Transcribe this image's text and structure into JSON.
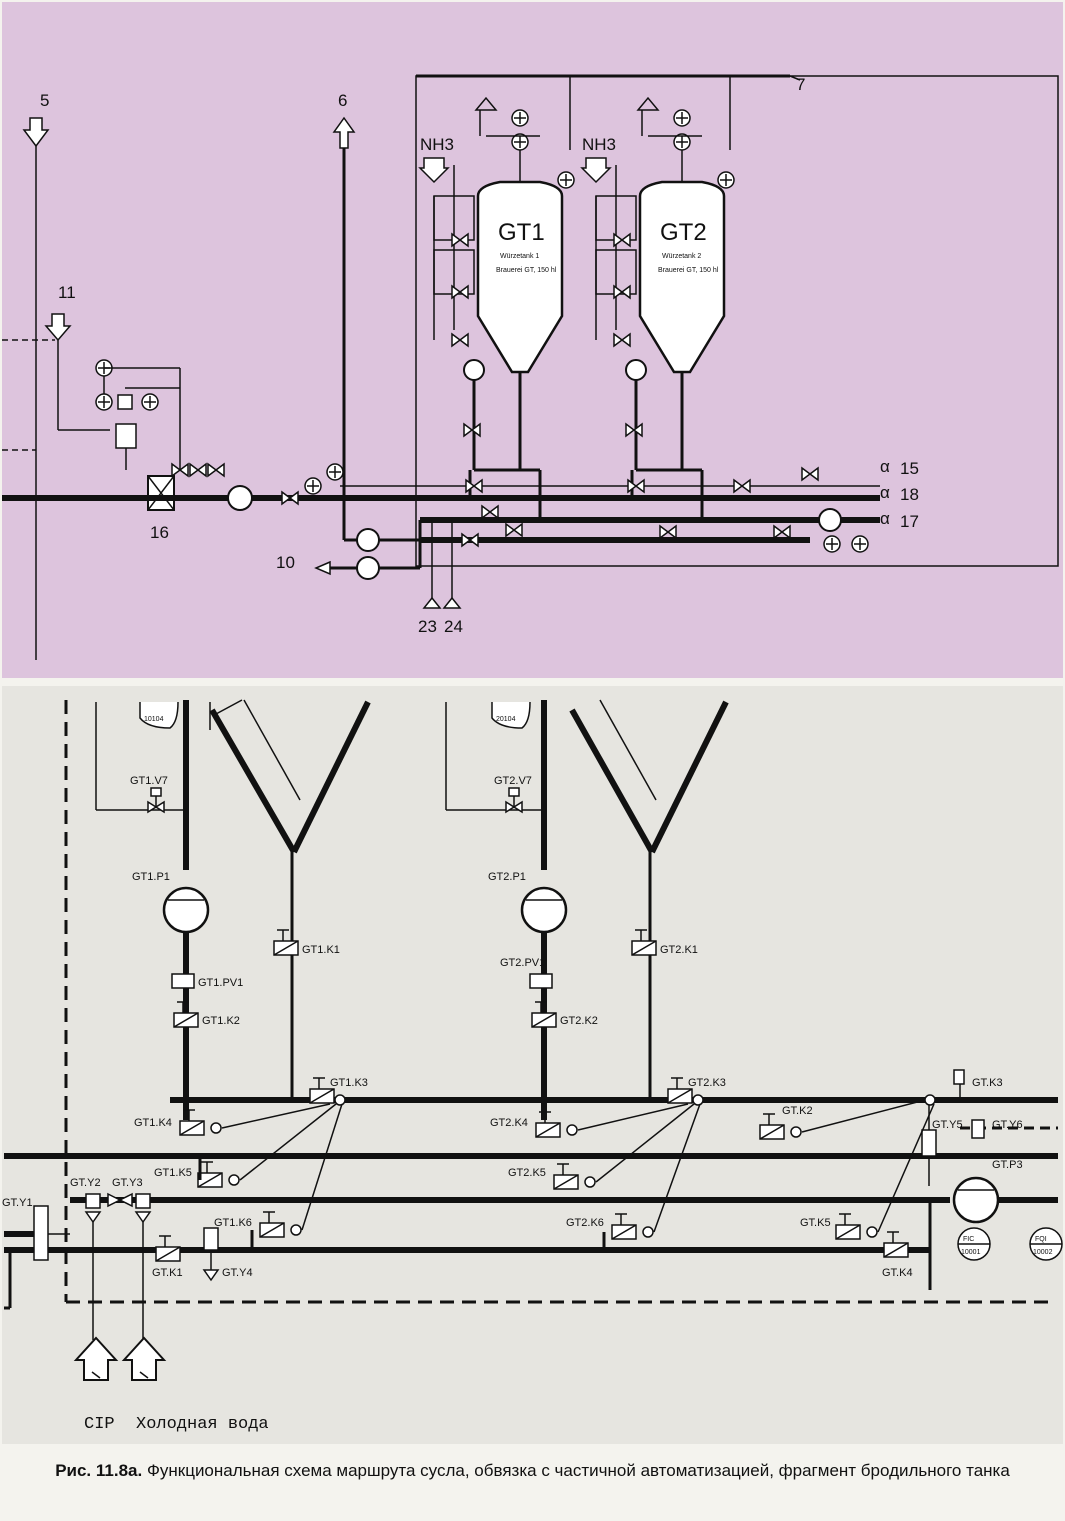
{
  "top_diagram": {
    "lines": [
      "5",
      "6",
      "7",
      "11",
      "15",
      "18",
      "17",
      "16",
      "10",
      "23",
      "24"
    ],
    "nh3_label": "NH3",
    "tanks": [
      {
        "name": "GT1",
        "sub1": "Würzetank 1",
        "sub2": "Brauerei GT, 150 hl"
      },
      {
        "name": "GT2",
        "sub1": "Würzetank 2",
        "sub2": "Brauerei GT, 150 hl"
      }
    ]
  },
  "bottom_diagram": {
    "left_column": {
      "tank_tag": "10104",
      "valve": "GT1.V7",
      "pump": "GT1.P1",
      "check": "GT1.K1",
      "pv": "GT1.PV1",
      "k2": "GT1.K2",
      "k3": "GT1.K3",
      "k4": "GT1.K4",
      "k5": "GT1.K5",
      "k6": "GT1.K6"
    },
    "middle_column": {
      "tank_tag": "20104",
      "valve": "GT2.V7",
      "pump": "GT2.P1",
      "check": "GT2.K1",
      "pv": "GT2.PV1",
      "k2": "GT2.K2",
      "k3": "GT2.K3",
      "k4": "GT2.K4",
      "k5": "GT2.K5",
      "k6": "GT2.K6"
    },
    "common": {
      "y1": "GT.Y1",
      "y2": "GT.Y2",
      "y3": "GT.Y3",
      "k1": "GT.K1",
      "y4": "GT.Y4",
      "k3": "GT.K3",
      "k2": "GT.K2",
      "y5": "GT.Y5",
      "y6": "GT.Y6",
      "p3": "GT.P3",
      "k5": "GT.K5",
      "k4": "GT.K4",
      "fic": "FIC",
      "fic_num": "10001",
      "fqi": "FQI",
      "fqi_num": "10002"
    },
    "inlets": {
      "cip": "CIP",
      "cold_water": "Холодная вода"
    }
  },
  "caption": {
    "figure": "Рис. 11.8а.",
    "text": "Функциональная схема маршрута сусла, обвязка с частичной автоматизацией, фрагмент бродильного танка"
  }
}
